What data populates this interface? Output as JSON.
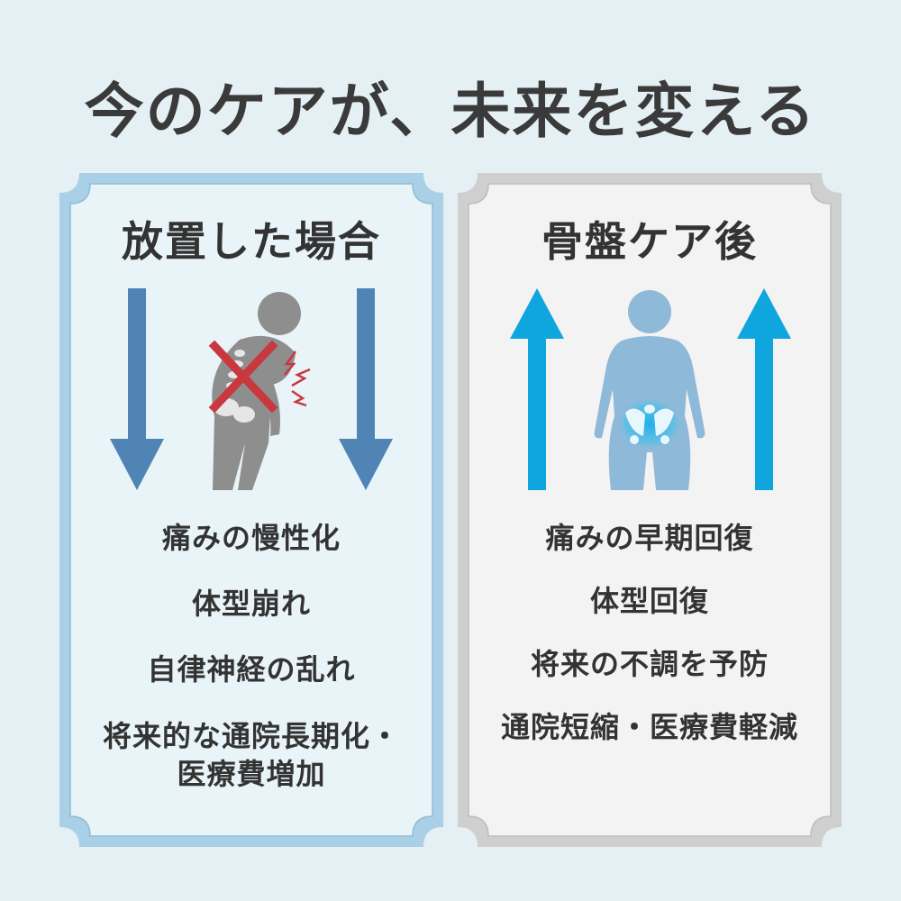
{
  "title": "今のケアが、未来を変える",
  "colors": {
    "background": "#e4f0f4",
    "left_border": "#a9d0e6",
    "left_fill": "#e9f4f8",
    "right_border": "#cfcfcf",
    "right_fill": "#f3f3f3",
    "down_arrow": "#4f84b4",
    "up_arrow": "#0fa6de",
    "x_mark": "#c9383f",
    "text": "#333333"
  },
  "left_panel": {
    "heading": "放置した場合",
    "icons": [
      "down-arrow-icon",
      "hunched-person-back-pain-icon",
      "down-arrow-icon"
    ],
    "items": [
      "痛みの慢性化",
      "体型崩れ",
      "自律神経の乱れ",
      "将来的な通院長期化・",
      "医療費増加"
    ]
  },
  "right_panel": {
    "heading": "骨盤ケア後",
    "icons": [
      "up-arrow-icon",
      "standing-person-pelvis-icon",
      "up-arrow-icon"
    ],
    "items": [
      "痛みの早期回復",
      "体型回復",
      "将来の不調を予防",
      "通院短縮・医療費軽減"
    ]
  }
}
